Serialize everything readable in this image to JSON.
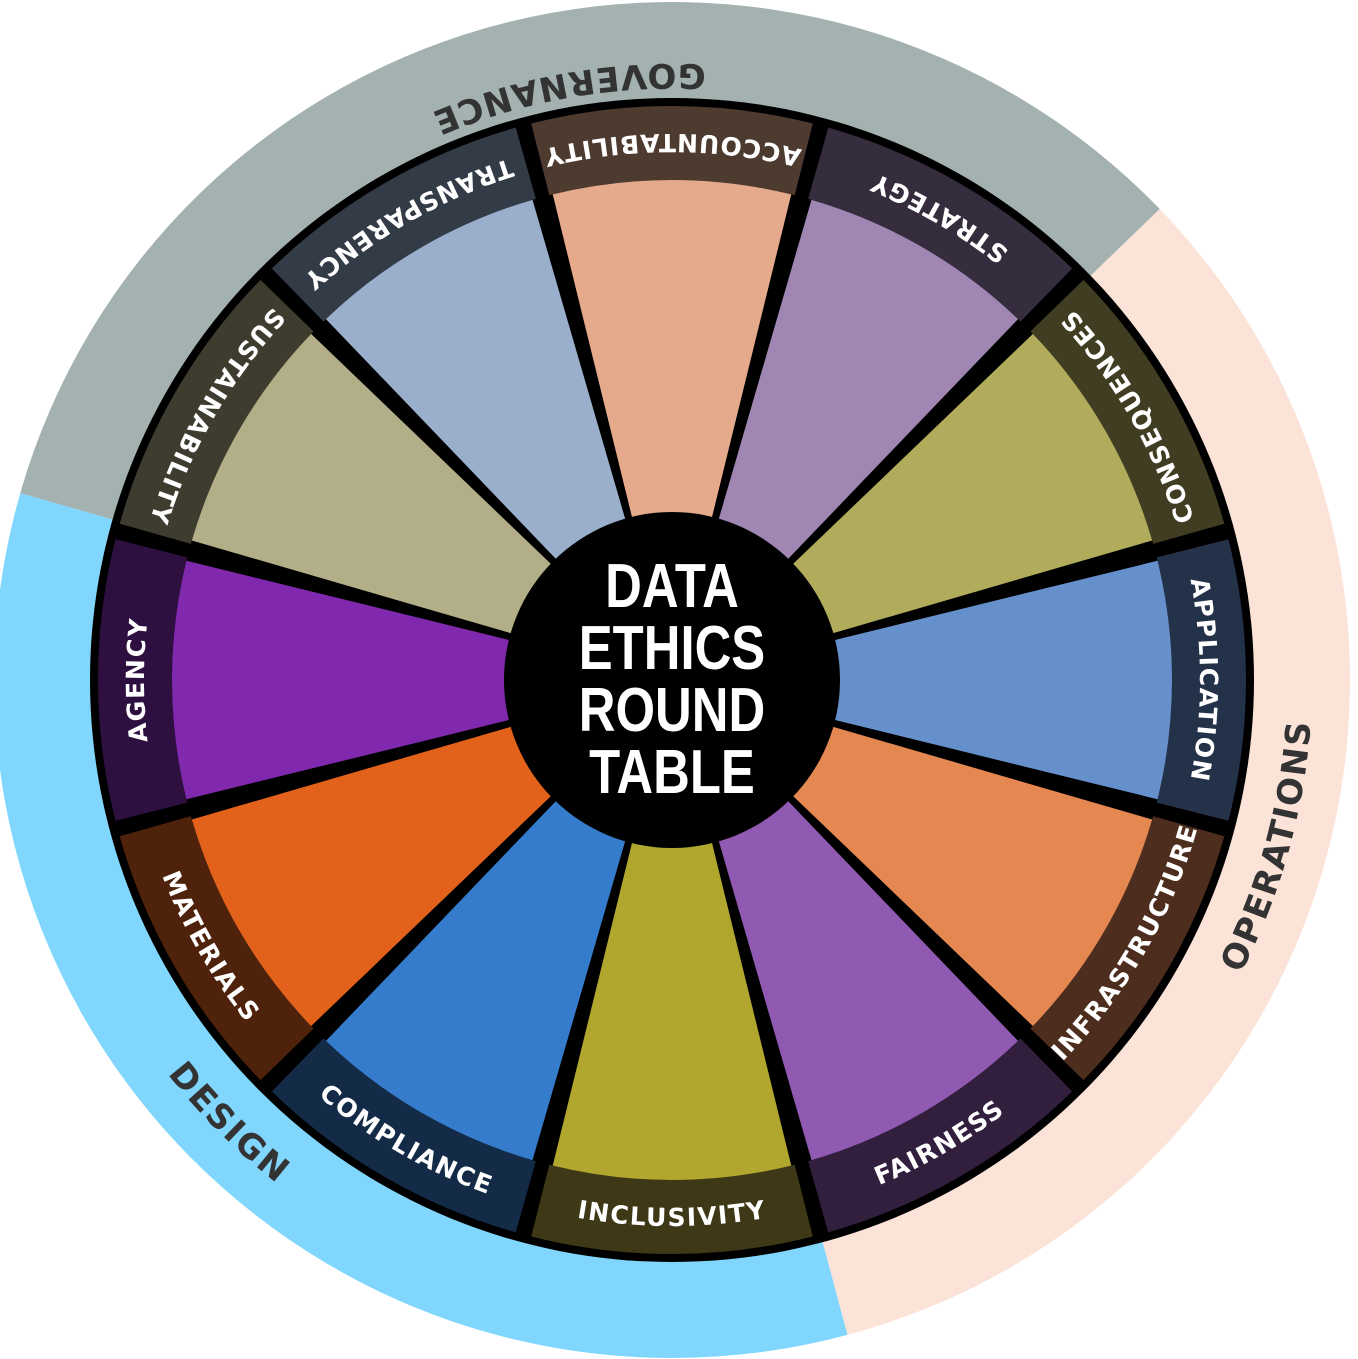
{
  "title": {
    "lines": [
      "DATA",
      "ETHICS",
      "ROUND",
      "TABLE"
    ]
  },
  "categories": [
    {
      "name": "GOVERNANCE",
      "color": "#a3b1b1",
      "start_deg": -164,
      "end_deg": -44
    },
    {
      "name": "OPERATIONS",
      "color": "#fbe3d8",
      "start_deg": -44,
      "end_deg": 75
    },
    {
      "name": "DESIGN",
      "color": "#80d6fd",
      "start_deg": 75,
      "end_deg": 196
    }
  ],
  "segments": [
    {
      "label": "ACCOUNTABILITY",
      "center_deg": -90,
      "fill": "#e5a98b",
      "band": "#4e3b30"
    },
    {
      "label": "STRATEGY",
      "center_deg": -60,
      "fill": "#a086b3",
      "band": "#352c3e"
    },
    {
      "label": "CONSEQUENCES",
      "center_deg": -30,
      "fill": "#b1ac5c",
      "band": "#403d22"
    },
    {
      "label": "APPLICATION",
      "center_deg": 0,
      "fill": "#6690cc",
      "band": "#233149"
    },
    {
      "label": "INFRASTRUCTURE",
      "center_deg": 30,
      "fill": "#e48751",
      "band": "#4d2d1e"
    },
    {
      "label": "FAIRNESS",
      "center_deg": 60,
      "fill": "#9059b2",
      "band": "#321f3e"
    },
    {
      "label": "INCLUSIVITY",
      "center_deg": 90,
      "fill": "#b1a72e",
      "band": "#3f3816"
    },
    {
      "label": "COMPLIANCE",
      "center_deg": 120,
      "fill": "#357ccc",
      "band": "#142b47"
    },
    {
      "label": "MATERIALS",
      "center_deg": 150,
      "fill": "#e3621b",
      "band": "#4f220b"
    },
    {
      "label": "AGENCY",
      "center_deg": 180,
      "fill": "#8029ae",
      "band": "#2e1040"
    },
    {
      "label": "SUSTAINABILITY",
      "center_deg": 210,
      "fill": "#b2ae87",
      "band": "#3e3b2f"
    },
    {
      "label": "TRANSPARENCY",
      "center_deg": 240,
      "fill": "#9aafcc",
      "band": "#333b47"
    }
  ]
}
